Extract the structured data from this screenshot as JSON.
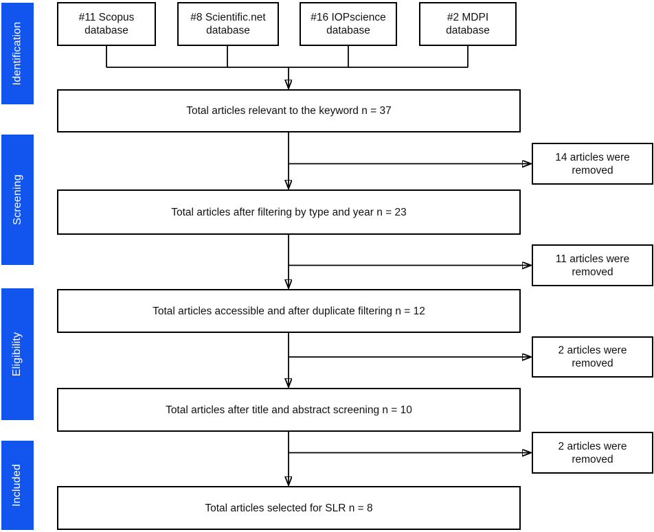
{
  "diagram": {
    "title_implied": "SLR article selection flow",
    "stages": [
      {
        "label": "Identification"
      },
      {
        "label": "Screening"
      },
      {
        "label": "Eligibility"
      },
      {
        "label": "Included"
      }
    ],
    "sources": [
      {
        "label": "#11 Scopus\ndatabase",
        "count": 11,
        "name": "Scopus"
      },
      {
        "label": "#8 Scientific.net\ndatabase",
        "count": 8,
        "name": "Scientific.net"
      },
      {
        "label": "#16 IOPscience\ndatabase",
        "count": 16,
        "name": "IOPscience"
      },
      {
        "label": "#2 MDPI\ndatabase",
        "count": 2,
        "name": "MDPI"
      }
    ],
    "steps": [
      {
        "label": "Total articles relevant to the keyword n = 37",
        "n": 37
      },
      {
        "label": "Total articles after filtering by type and year n = 23",
        "n": 23
      },
      {
        "label": "Total articles accessible and after duplicate filtering n = 12",
        "n": 12
      },
      {
        "label": "Total articles after title and abstract screening n = 10",
        "n": 10
      },
      {
        "label": "Total articles selected for SLR n = 8",
        "n": 8
      }
    ],
    "removals": [
      {
        "label": "14 articles were\nremoved",
        "n": 14
      },
      {
        "label": "11 articles were\nremoved",
        "n": 11
      },
      {
        "label": "2 articles were\nremoved",
        "n": 2
      },
      {
        "label": "2 articles were\nremoved",
        "n": 2
      }
    ],
    "colors": {
      "stage_fill": "#1155ee",
      "stage_text": "#ffffff",
      "box_border": "#000000",
      "box_fill": "#ffffff",
      "text": "#111111",
      "connector": "#000000"
    }
  }
}
